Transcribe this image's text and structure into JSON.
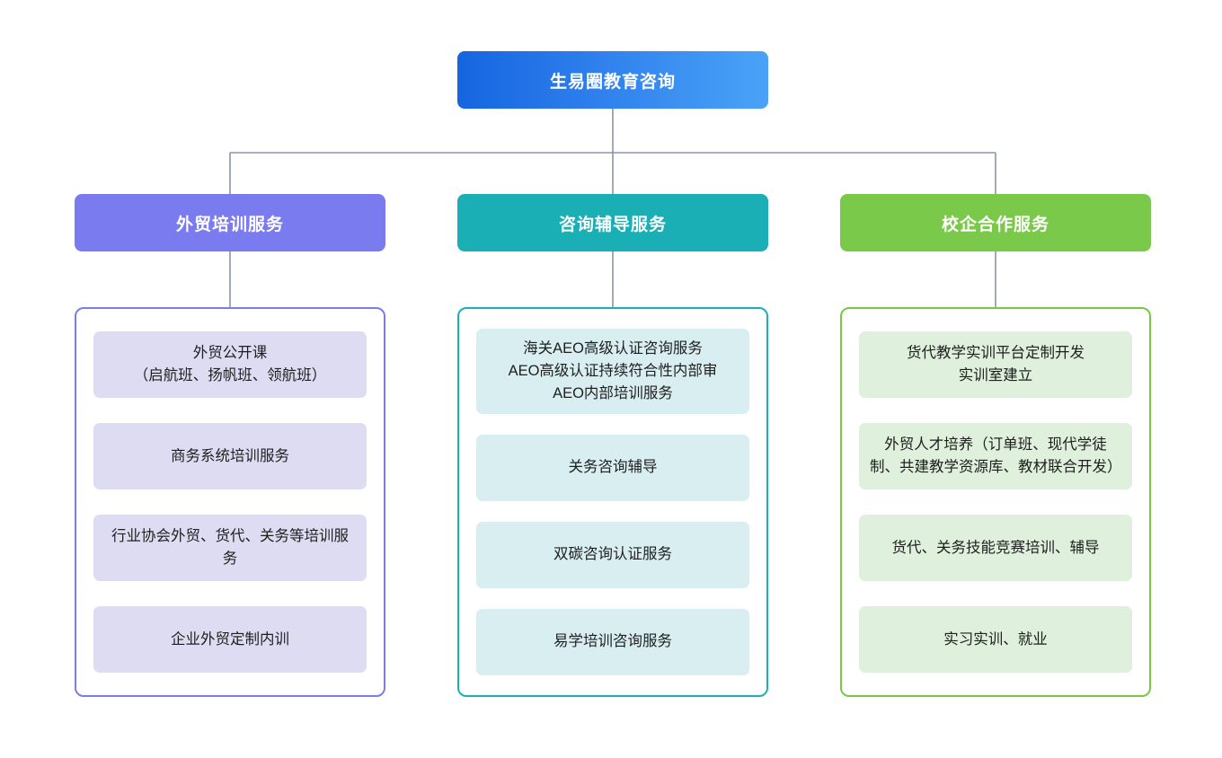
{
  "diagram": {
    "type": "organization-chart",
    "orientation": "top-down",
    "connector_color": "#8a95a5",
    "root": {
      "label": "生易圈教育咨询",
      "color_start": "#1565e0",
      "color_end": "#4aa3f7"
    },
    "branches": [
      {
        "label": "外贸培训服务",
        "header_color": "#7b7bf0",
        "border_color": "#7b7bf0",
        "item_color": "#dedcf2",
        "items": [
          "外贸公开课\n（启航班、扬帆班、领航班）",
          "商务系统培训服务",
          "行业协会外贸、货代、关务等培训服务",
          "企业外贸定制内训"
        ]
      },
      {
        "label": "咨询辅导服务",
        "header_color": "#1aafb5",
        "border_color": "#19b1b4",
        "item_color": "#d8eef0",
        "items": [
          "海关AEO高级认证咨询服务\nAEO高级认证持续符合性内部审\nAEO内部培训服务",
          "关务咨询辅导",
          "双碳咨询认证服务",
          "易学培训咨询服务"
        ]
      },
      {
        "label": "校企合作服务",
        "header_color": "#7bc94a",
        "border_color": "#78c846",
        "item_color": "#dff0dc",
        "items": [
          "货代教学实训平台定制开发\n实训室建立",
          "外贸人才培养（订单班、现代学徒制、共建教学资源库、教材联合开发）",
          "货代、关务技能竞赛培训、辅导",
          "实习实训、就业"
        ]
      }
    ]
  }
}
